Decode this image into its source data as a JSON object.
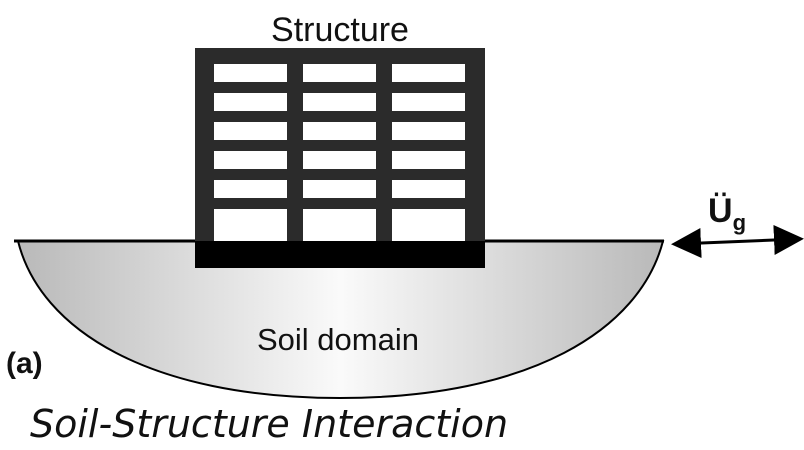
{
  "figure": {
    "structure_label": "Structure",
    "soil_label": "Soil domain",
    "panel_label": "(a)",
    "accel_symbol": "Ü",
    "accel_subscript": "g",
    "caption": "Soil-Structure Interaction"
  },
  "colors": {
    "frame": "#2b2b2b",
    "foundation": "#000000",
    "soil_light": "#fafafa",
    "soil_dark": "#b9b9b9",
    "text": "#111111"
  }
}
